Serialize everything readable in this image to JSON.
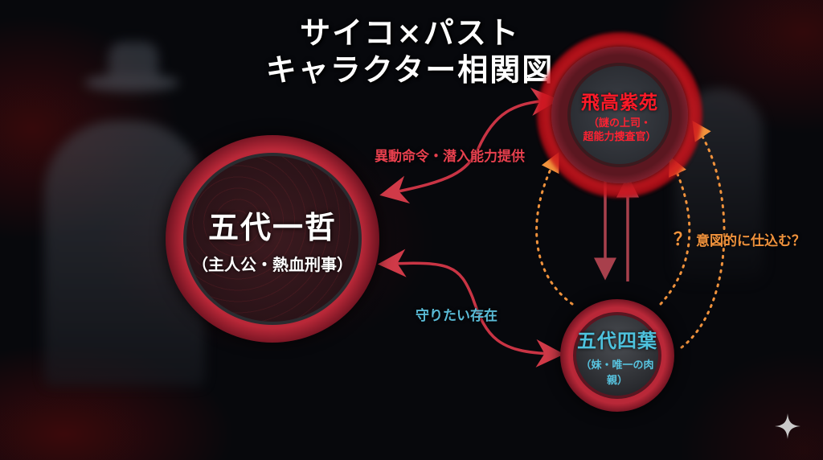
{
  "title": {
    "line1": "サイコ×パスト",
    "line2": "キャラクター相関図"
  },
  "nodes": {
    "protagonist": {
      "name": "五代一哲",
      "role": "（主人公・熱血刑事）",
      "color": "#ffffff"
    },
    "boss": {
      "name": "飛高紫苑",
      "role_line1": "（謎の上司・",
      "role_line2": "超能力捜査官）",
      "color": "#ff1a28"
    },
    "sister": {
      "name": "五代四葉",
      "role": "（妹・唯一の肉親）",
      "color": "#4ec2dd"
    }
  },
  "relations": [
    {
      "from": "boss",
      "to": "protagonist",
      "label": "異動命令・潜入能力提供",
      "color": "#e8404e",
      "style": "solid-bidirectional"
    },
    {
      "from": "protagonist",
      "to": "sister",
      "label": "守りたい存在",
      "color": "#5abbd6",
      "style": "solid-bidirectional"
    },
    {
      "from": "boss",
      "to": "sister",
      "label": "",
      "color": "#a8303c",
      "style": "solid-two-way-parallel"
    },
    {
      "from": "sister",
      "to": "boss",
      "label": "意図的に仕込む？",
      "question_mark": "？",
      "color": "#f0923c",
      "style": "dotted"
    }
  ],
  "icons": {
    "corner": "sparkle-icon"
  }
}
